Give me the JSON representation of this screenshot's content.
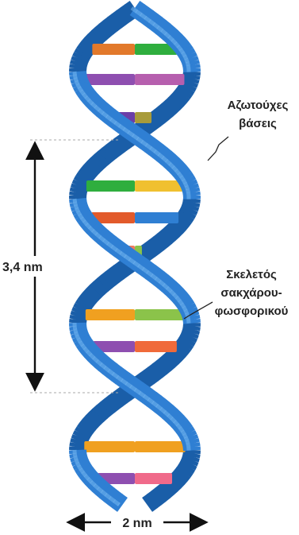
{
  "labels": {
    "bases_line1": "Αζωτούχες",
    "bases_line2": "βάσεις",
    "backbone_line1": "Σκελετός",
    "backbone_line2": "σακχάρου-",
    "backbone_line3": "φωσφορικού",
    "pitch": "3,4 nm",
    "width": "2 nm"
  },
  "colors": {
    "strand": "#2f7fd3",
    "strand_dark": "#1a5ea8",
    "strand_light": "#6fb2ee",
    "dimension": "#111111"
  },
  "base_pairs": [
    {
      "left": "#e2792b",
      "right": "#2fae3e"
    },
    {
      "left": "#8e4fb0",
      "right": "#b65fae"
    },
    {
      "left": "#6b3ea8",
      "right": "#a89b3a"
    },
    {
      "left": "#2fae3e",
      "right": "#f0c030"
    },
    {
      "left": "#e25a2b",
      "right": "#2f7fd3"
    },
    {
      "left": "#f07a60",
      "right": "#8bc34a"
    },
    {
      "left": "#f0a020",
      "right": "#8bc34a"
    },
    {
      "left": "#8e4fb0",
      "right": "#f06a3a"
    },
    {
      "left": "#2e8b7a",
      "right": "#8bc34a"
    },
    {
      "left": "#f0a020",
      "right": "#f0a020"
    },
    {
      "left": "#8e4fb0",
      "right": "#f06a8a"
    }
  ]
}
